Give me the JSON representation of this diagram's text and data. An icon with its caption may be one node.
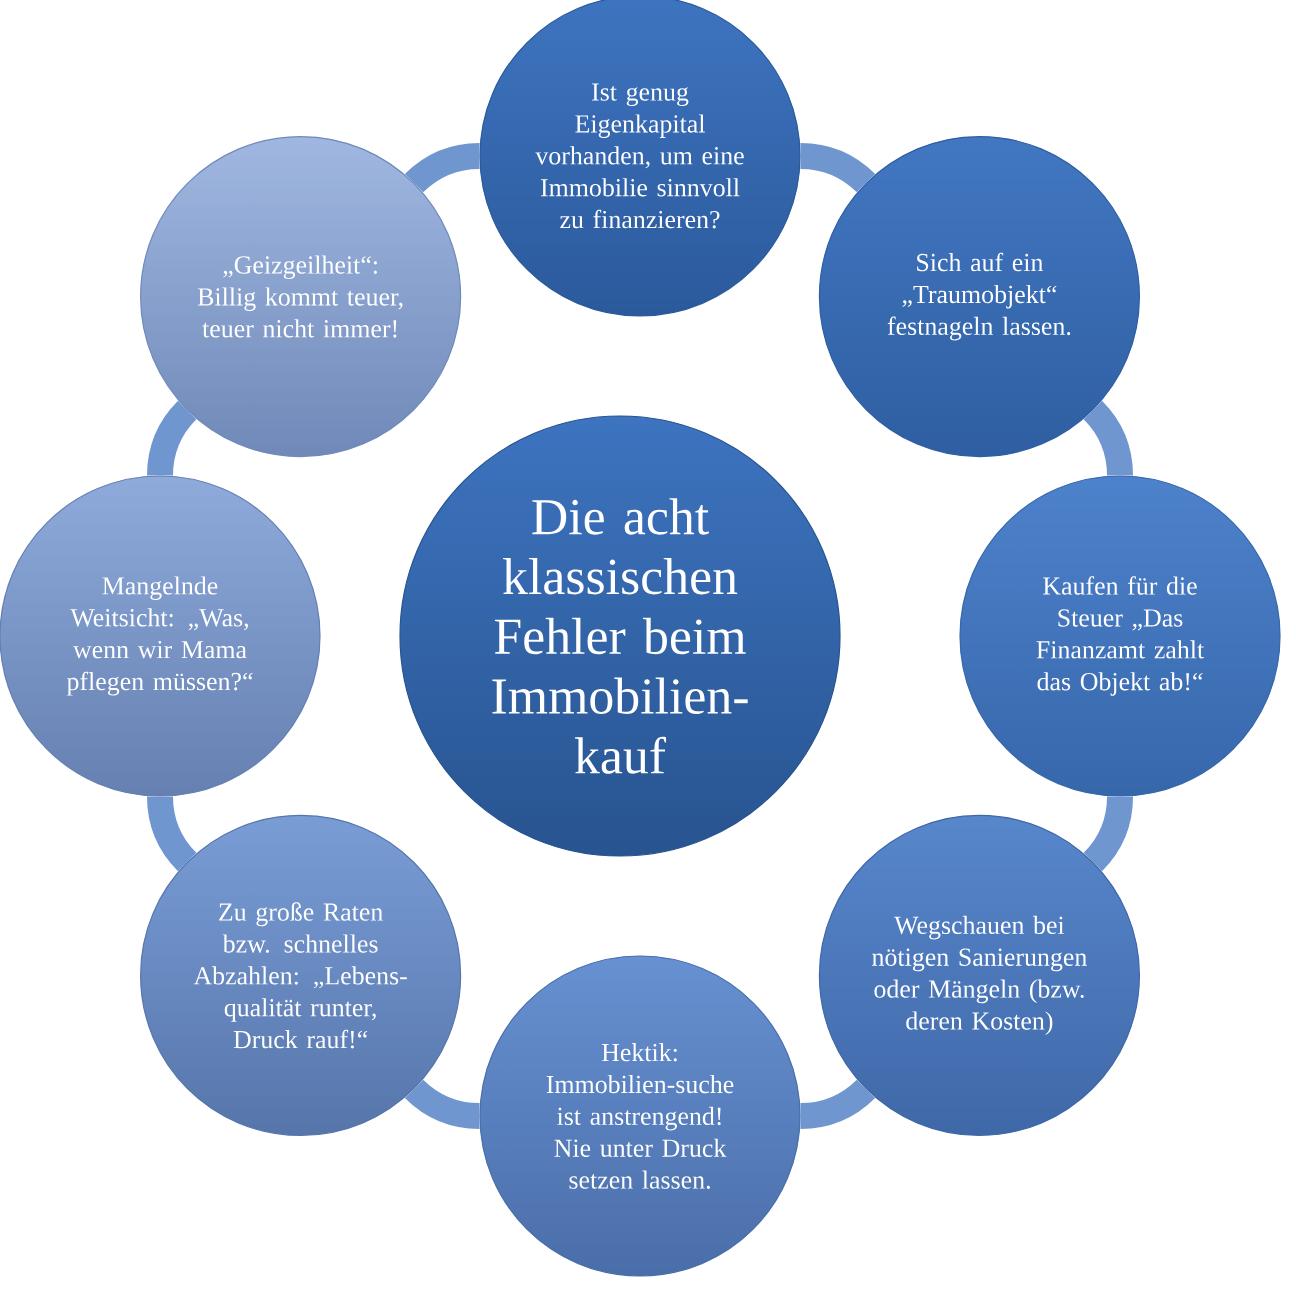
{
  "diagram": {
    "nodes": [
      {
        "text": [
          "Die acht klassischen Fehler beim Immobilien-kauf"
        ]
      },
      {
        "text": [
          "Ist genug Eigenkapital vorhanden, um eine Immobilie sinnvoll zu finanzieren?"
        ]
      },
      {
        "text": [
          "Sich auf ein „Traumobjekt“ festnageln lassen."
        ]
      },
      {
        "text": [
          "Kaufen für die Steuer „Das Finanzamt zahlt das Objekt ab!“"
        ]
      },
      {
        "text": [
          "Wegschauen bei nötigen Sanierungen oder Mängeln (bzw. deren Kosten)"
        ]
      },
      {
        "text": [
          "Hektik: Immobilien-suche ist anstrengend! Nie unter Druck setzen lassen."
        ]
      },
      {
        "text": [
          "Zu große Raten bzw. schnelles Abzahlen: „Lebens-qualität runter, Druck rauf!“"
        ]
      },
      {
        "text": [
          "Mangelnde Weitsicht: „Was, wenn wir Mama pflegen müssen?“"
        ]
      },
      {
        "text": [
          "„Geizgeilheit“: Billig kommt teuer, teuer nicht immer!"
        ]
      }
    ],
    "edges": [
      {
        "from": 1,
        "to": 2,
        "arrow": "none"
      },
      {
        "from": 2,
        "to": 3,
        "arrow": "none"
      },
      {
        "from": 3,
        "to": 4,
        "arrow": "none"
      },
      {
        "from": 4,
        "to": 5,
        "arrow": "none"
      },
      {
        "from": 5,
        "to": 6,
        "arrow": "none"
      },
      {
        "from": 6,
        "to": 7,
        "arrow": "none"
      },
      {
        "from": 7,
        "to": 8,
        "arrow": "none"
      },
      {
        "from": 8,
        "to": 1,
        "arrow": "none"
      }
    ]
  }
}
